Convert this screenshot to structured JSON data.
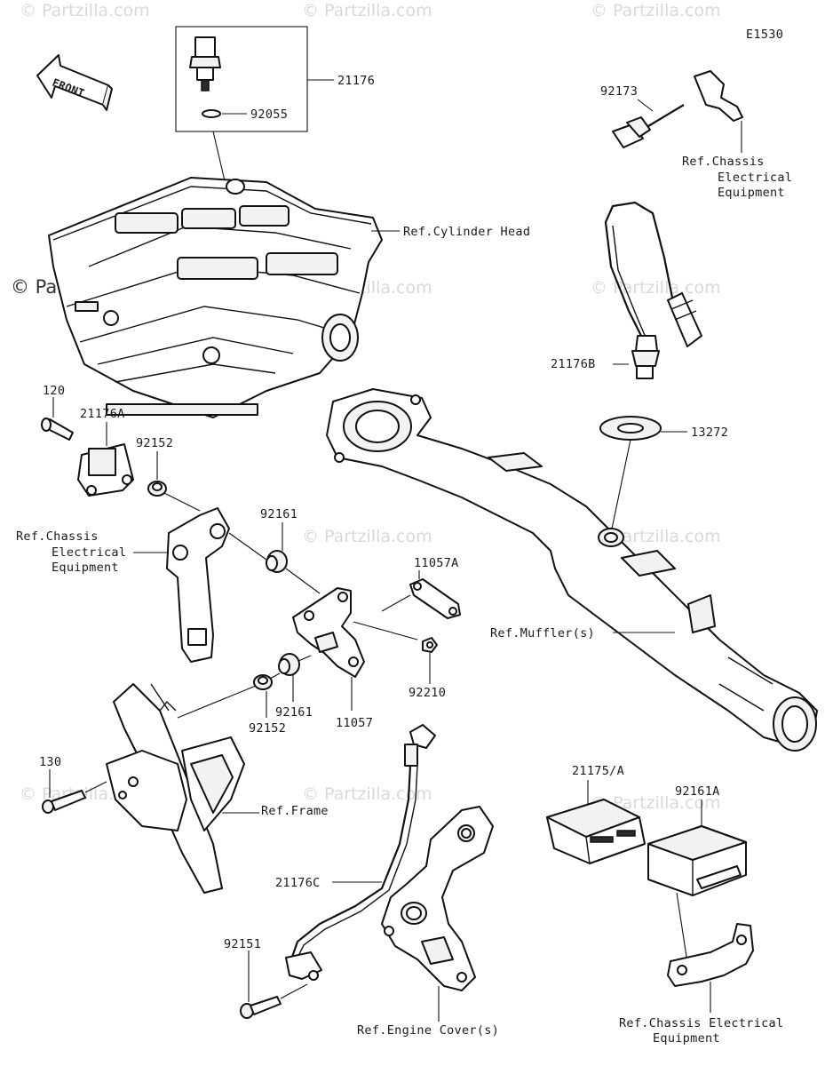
{
  "diagram_code": "E1530",
  "front_label": "FRONT",
  "watermark": "© Partzilla.com",
  "parts": {
    "p21176": "21176",
    "p92055": "92055",
    "p92173": "92173",
    "p21176B": "21176B",
    "p13272": "13272",
    "p120": "120",
    "p21176A": "21176A",
    "p92152a": "92152",
    "p92161a": "92161",
    "p11057A": "11057A",
    "p92210": "92210",
    "p11057": "11057",
    "p92161b": "92161",
    "p92152b": "92152",
    "p130": "130",
    "p21176C": "21176C",
    "p92151": "92151",
    "p21175A": "21175/A",
    "p92161A": "92161A"
  },
  "refs": {
    "cylinder_head": "Ref.Cylinder Head",
    "chassis1_l1": "Ref.Chassis",
    "chassis1_l2": "Electrical",
    "chassis1_l3": "Equipment",
    "chassis2_l1": "Ref.Chassis",
    "chassis2_l2": "Electrical",
    "chassis2_l3": "Equipment",
    "muffler": "Ref.Muffler(s)",
    "frame": "Ref.Frame",
    "engine_cover": "Ref.Engine Cover(s)",
    "chassis3_l1": "Ref.Chassis Electrical",
    "chassis3_l2": "Equipment"
  }
}
